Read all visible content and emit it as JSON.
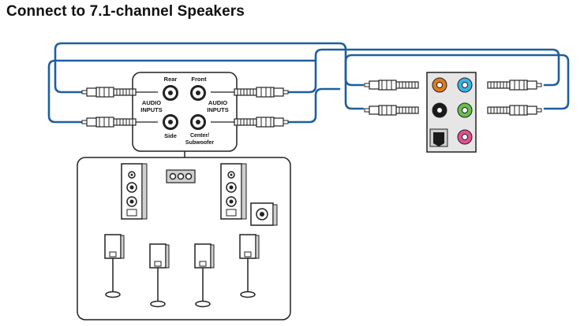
{
  "title": "Connect to 7.1-channel Speakers",
  "amplifier": {
    "rear_label": "Rear",
    "front_label": "Front",
    "side_label": "Side",
    "center_label_line1": "Center/",
    "center_label_line2": "Subwoofer",
    "audio_inputs_left_line1": "AUDIO",
    "audio_inputs_left_line2": "INPUTS",
    "audio_inputs_right_line1": "AUDIO",
    "audio_inputs_right_line2": "INPUTS"
  },
  "colors": {
    "cable": "#1f5f9e",
    "jack_orange": "#e07a1f",
    "jack_lightblue": "#36b4e6",
    "jack_black": "#1a1a1a",
    "jack_green": "#66c04a",
    "jack_pink": "#e0508f",
    "panel_fill": "#e6e6e6"
  },
  "icons": [
    "rca-plug-icon",
    "audio-jack-icon",
    "optical-spdif-icon",
    "tower-speaker-icon",
    "subwoofer-icon",
    "satellite-speaker-icon"
  ]
}
